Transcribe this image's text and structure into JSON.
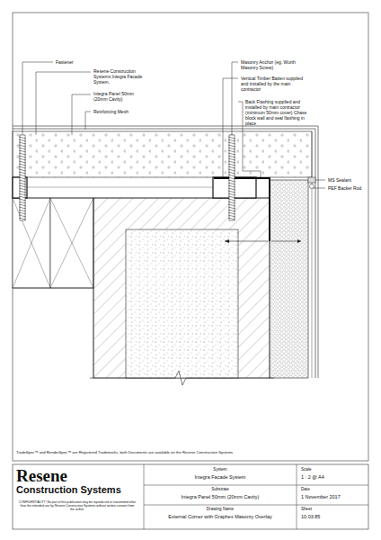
{
  "diagram": {
    "labels": [
      "Fastener",
      "Resene Construction Systems Integra Facade System.",
      "Integra Panel 50mm (20mm Cavity)",
      "Reinforcing Mesh",
      "Masonry Anchor (eg. Wurth Masonry Screw)",
      "Vertical Timber Batten supplied and installed by the main contractor",
      "Back Flashing supplied and installed by main contractor (minimum 50mm cover) Chase block wall and seal flashing in place",
      "MS Sealant",
      "PEF Backer Rod",
      "TradeSpec™ and RenderSpec™ are Registered Trademarks, both Documents are available on the Resene Construction Systems",
      "Resene",
      "Construction Systems",
      "CONFIDENTIALITY: No part of this publication may be reproduced or transmitted other than the intended use by Resene Construction Systems without written consent from the author.",
      "System",
      "Integra Facade System",
      "Scale",
      "1 : 2 @ A4",
      "Substrate",
      "Integra Panel 50mm (20mm Cavity)",
      "Date",
      "1 November 2017",
      "Drawing Name",
      "External Corner with Graphex Masonry Overlay",
      "Sheet",
      "10.03.85"
    ]
  }
}
